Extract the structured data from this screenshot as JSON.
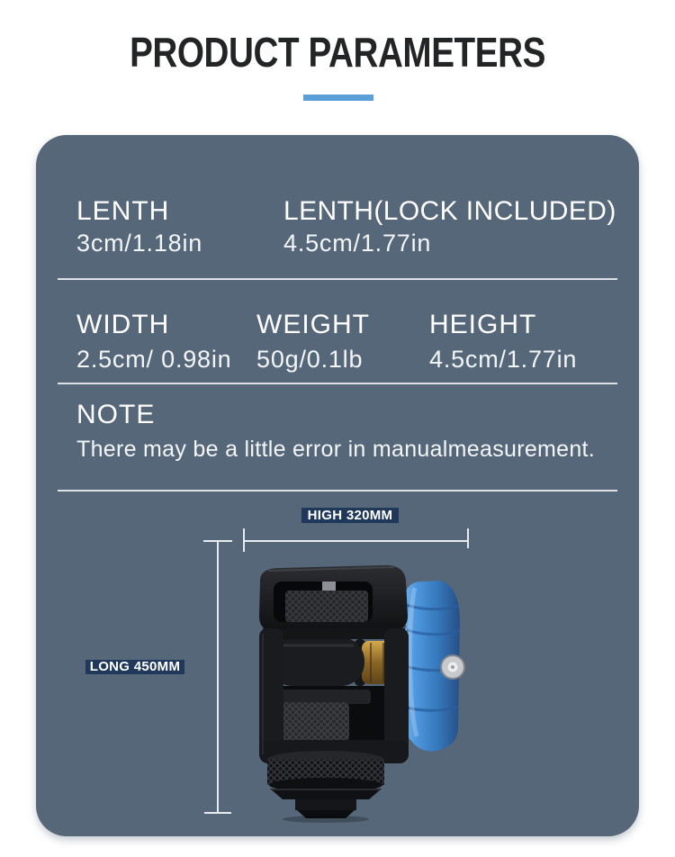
{
  "page": {
    "title": "PRODUCT PARAMETERS"
  },
  "specs": {
    "row1": [
      {
        "label": "LENTH",
        "value": "3cm/1.18in"
      },
      {
        "label": "LENTH(LOCK INCLUDED)",
        "value": "4.5cm/1.77in"
      }
    ],
    "row2": [
      {
        "label": "WIDTH",
        "value": "2.5cm/ 0.98in"
      },
      {
        "label": "WEIGHT",
        "value": "50g/0.1lb"
      },
      {
        "label": "HEIGHT",
        "value": "4.5cm/1.77in"
      }
    ],
    "note": {
      "label": "NOTE",
      "text": "There may be a little error in manualmeasurement."
    }
  },
  "figure": {
    "horizontal_dimension_label": "HIGH 320MM",
    "vertical_dimension_label": "LONG 450MM",
    "product": "cold-shoe ball head monitor mount with blue locking knob"
  },
  "colors": {
    "accent_blue": "#5b9fd8",
    "card_background": "#566779",
    "dimension_badge_navy": "#20395a",
    "knob_blue": "#3d86cf",
    "title_text": "#222426",
    "card_text": "#ffffff"
  }
}
